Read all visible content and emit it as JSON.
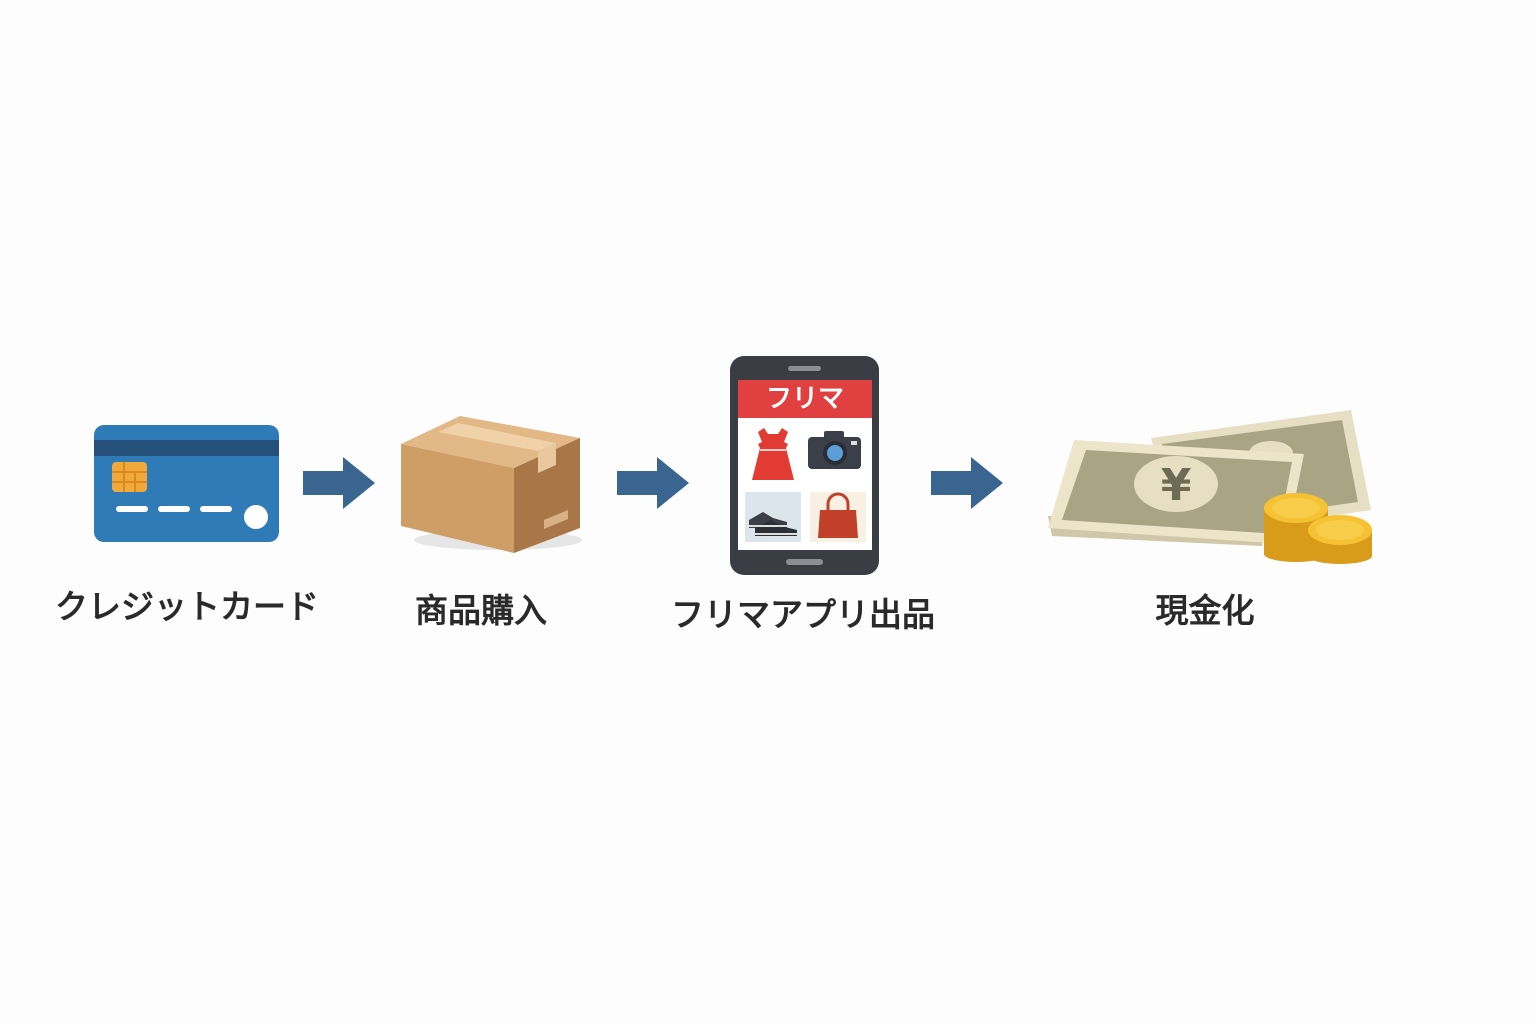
{
  "steps": [
    {
      "label": "クレジットカード",
      "icon": "credit-card-icon"
    },
    {
      "label": "商品購入",
      "icon": "cardboard-box-icon"
    },
    {
      "label": "フリマアプリ出品",
      "icon": "smartphone-flea-market-app-icon",
      "app_header": "フリマ"
    },
    {
      "label": "現金化",
      "icon": "banknotes-coins-icon",
      "currency_symbol": "¥"
    }
  ],
  "colors": {
    "arrow": "#3a6590",
    "card": "#2f7bb8",
    "box": "#c99a64",
    "app_header": "#e04040",
    "coin": "#f0b82a",
    "bill": "#a9a584"
  }
}
